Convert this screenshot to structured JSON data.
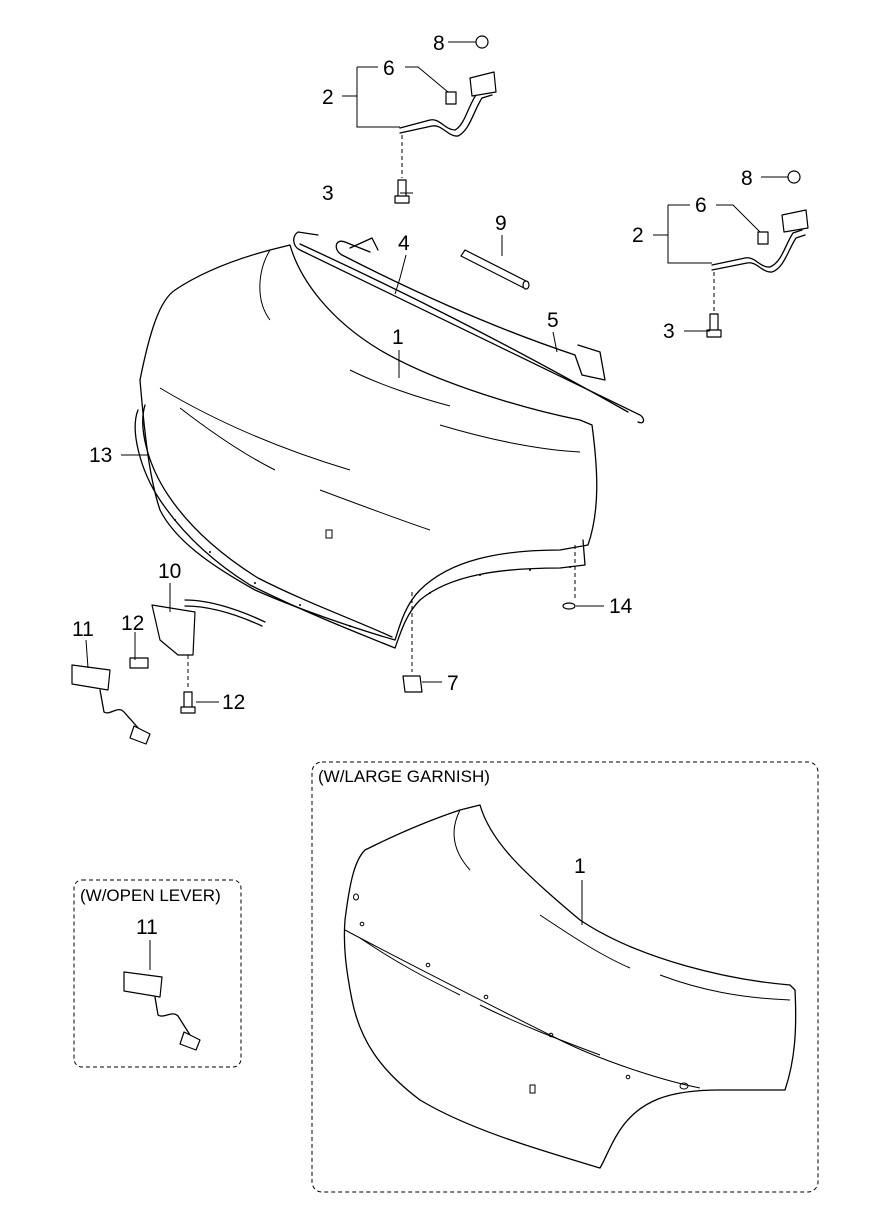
{
  "callouts": {
    "c1": "1",
    "c2a": "2",
    "c2b": "2",
    "c3a": "3",
    "c3b": "3",
    "c4": "4",
    "c5": "5",
    "c6a": "6",
    "c6b": "6",
    "c7": "7",
    "c8a": "8",
    "c8b": "8",
    "c9": "9",
    "c10": "10",
    "c11": "11",
    "c12a": "12",
    "c12b": "12",
    "c13": "13",
    "c14": "14",
    "open_lever_11": "11",
    "garnish_1": "1"
  },
  "insets": {
    "open_lever_title": "(W/OPEN LEVER)",
    "large_garnish_title": "(W/LARGE GARNISH)"
  }
}
